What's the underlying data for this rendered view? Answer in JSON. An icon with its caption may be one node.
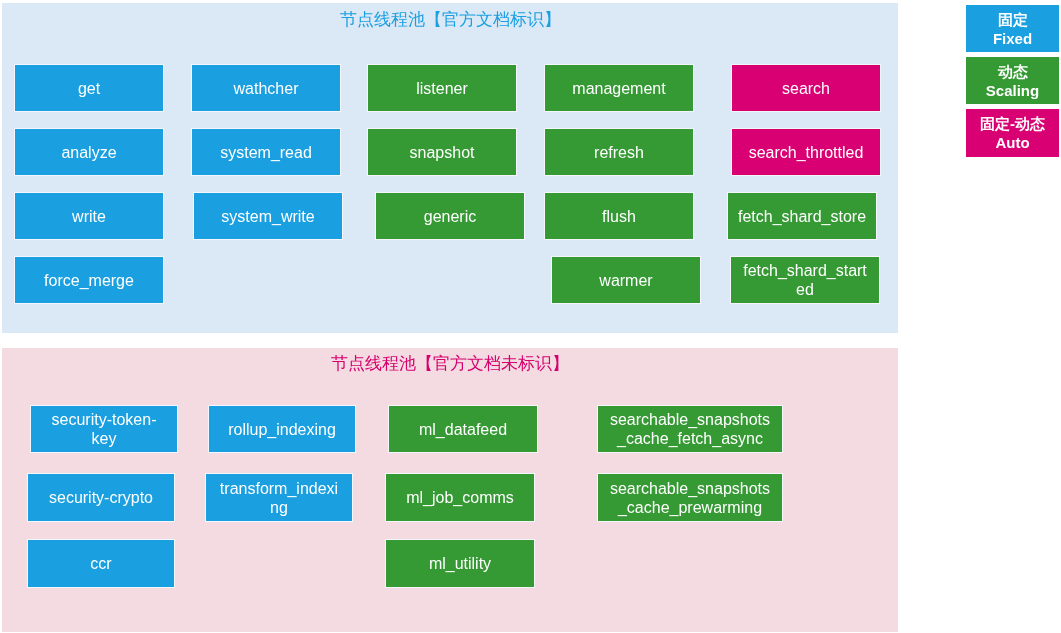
{
  "diagram": {
    "nodes": [
      {
        "text": [
          "节点线程池【官方文档标识】"
        ]
      },
      {
        "text": [
          "get"
        ],
        "in": 0
      },
      {
        "text": [
          "wathcher"
        ],
        "in": 0
      },
      {
        "text": [
          "listener"
        ],
        "in": 0
      },
      {
        "text": [
          "management"
        ],
        "in": 0
      },
      {
        "text": [
          "search"
        ],
        "in": 0
      },
      {
        "text": [
          "analyze"
        ],
        "in": 0
      },
      {
        "text": [
          "system_read"
        ],
        "in": 0
      },
      {
        "text": [
          "snapshot"
        ],
        "in": 0
      },
      {
        "text": [
          "refresh"
        ],
        "in": 0
      },
      {
        "text": [
          "search_throttled"
        ],
        "in": 0
      },
      {
        "text": [
          "write"
        ],
        "in": 0
      },
      {
        "text": [
          "system_write"
        ],
        "in": 0
      },
      {
        "text": [
          "generic"
        ],
        "in": 0
      },
      {
        "text": [
          "flush"
        ],
        "in": 0
      },
      {
        "text": [
          "fetch_shard_store"
        ],
        "in": 0
      },
      {
        "text": [
          "force_merge"
        ],
        "in": 0
      },
      {
        "text": [
          "warmer"
        ],
        "in": 0
      },
      {
        "text": [
          "fetch_shard_started"
        ],
        "in": 0
      },
      {
        "text": [
          "节点线程池【官方文档未标识】"
        ]
      },
      {
        "text": [
          "security-token-key"
        ],
        "in": 19
      },
      {
        "text": [
          "rollup_indexing"
        ],
        "in": 19
      },
      {
        "text": [
          "ml_datafeed"
        ],
        "in": 19
      },
      {
        "text": [
          "searchable_snapshots_cache_fetch_async"
        ],
        "in": 19
      },
      {
        "text": [
          "security-crypto"
        ],
        "in": 19
      },
      {
        "text": [
          "transform_indexing"
        ],
        "in": 19
      },
      {
        "text": [
          "ml_job_comms"
        ],
        "in": 19
      },
      {
        "text": [
          "searchable_snapshots_cache_prewarming"
        ],
        "in": 19
      },
      {
        "text": [
          "ccr"
        ],
        "in": 19
      },
      {
        "text": [
          "ml_utility"
        ],
        "in": 19
      }
    ],
    "legend": [
      {
        "text": "固定 Fixed",
        "color": "#1a9fe0"
      },
      {
        "text": "动态 Scaling",
        "color": "#359a33"
      },
      {
        "text": "固定-动态 Auto",
        "color": "#d80073"
      }
    ]
  }
}
